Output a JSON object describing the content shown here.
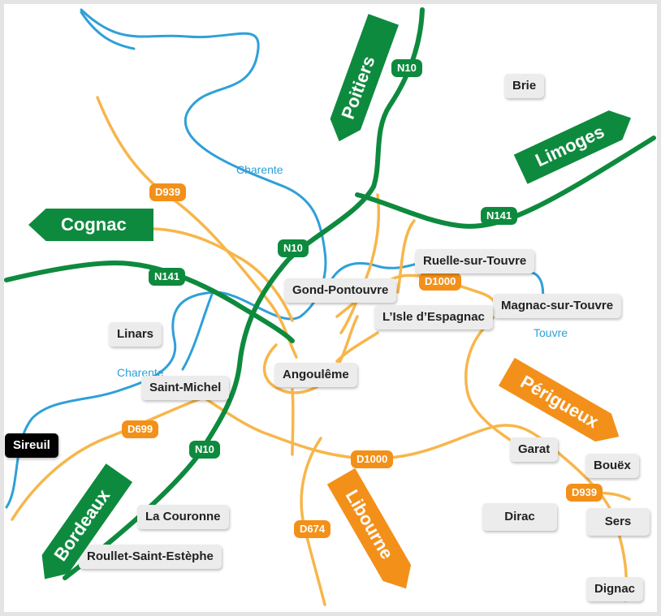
{
  "colors": {
    "main_road": "#0e8a3e",
    "secondary_road": "#f39019",
    "secondary_road_line": "#f7b64b",
    "river": "#2fa0d8",
    "label_bg": "#ececec",
    "frame": "#e4e4e4"
  },
  "towns": {
    "brie": "Brie",
    "gond_pontouvre": "Gond-Pontouvre",
    "ruelle": "Ruelle-sur-Touvre",
    "isle_espagnac": "L’Isle d’Espagnac",
    "magnac": "Magnac-sur-Touvre",
    "linars": "Linars",
    "angouleme": "Angoulême",
    "saint_michel": "Saint-Michel",
    "sireuil": "Sireuil",
    "la_couronne": "La Couronne",
    "roullet": "Roullet-Saint-Estèphe",
    "garat": "Garat",
    "bouex": "Bouëx",
    "dirac": "Dirac",
    "sers": "Sers",
    "dignac": "Dignac"
  },
  "roads": {
    "n10_top": "N10",
    "n10_mid": "N10",
    "n10_south": "N10",
    "n141_east": "N141",
    "n141_west": "N141",
    "d939_north": "D939",
    "d939_south": "D939",
    "d1000_east": "D1000",
    "d1000_south": "D1000",
    "d699": "D699",
    "d674": "D674"
  },
  "rivers": {
    "charente_north": "Charente",
    "charente_west": "Charente",
    "touvre": "Touvre"
  },
  "destinations": {
    "poitiers": "Poitiers",
    "limoges": "Limoges",
    "cognac": "Cognac",
    "perigueux": "Périgueux",
    "bordeaux": "Bordeaux",
    "libourne": "Libourne"
  }
}
